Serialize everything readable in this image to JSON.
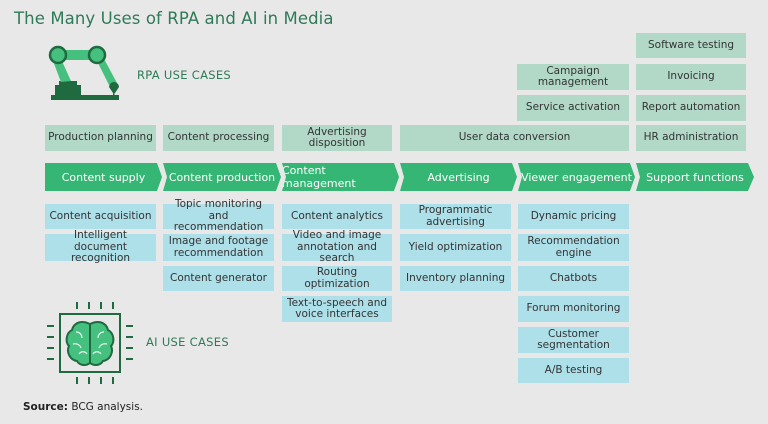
{
  "title": "The Many Uses of RPA and AI in Media",
  "rpa_label": "RPA USE CASES",
  "ai_label": "AI USE CASES",
  "icons": {
    "rpa": "robot-arm-icon",
    "ai": "brain-chip-icon"
  },
  "colors": {
    "title": "#2f7a57",
    "chevron": "#35b674",
    "rpa_box": "#b2d9c8",
    "ai_box": "#aee0ea",
    "background": "#e8e8e9",
    "icon_dark": "#1f6a3f",
    "icon_light": "#45c07e"
  },
  "value_chain": [
    "Content supply",
    "Content production",
    "Content management",
    "Advertising",
    "Viewer engagement",
    "Support functions"
  ],
  "rpa_use_cases": {
    "content_supply": [
      "Production planning"
    ],
    "content_production": [
      "Content processing"
    ],
    "content_management": [
      "Advertising disposition"
    ],
    "advertising_viewer_engagement_shared": [
      "User data conversion"
    ],
    "viewer_engagement": [
      "Campaign management",
      "Service activation"
    ],
    "support_functions": [
      "Software testing",
      "Invoicing",
      "Report automation",
      "HR administration"
    ]
  },
  "ai_use_cases": {
    "content_supply": [
      "Content acquisition",
      "Intelligent document recognition"
    ],
    "content_production": [
      "Topic monitoring and recommendation",
      "Image and footage recommendation",
      "Content generator"
    ],
    "content_management": [
      "Content analytics",
      "Video and image annotation and search",
      "Routing optimization",
      "Text-to-speech and voice interfaces"
    ],
    "advertising": [
      "Programmatic advertising",
      "Yield optimization",
      "Inventory planning"
    ],
    "viewer_engagement": [
      "Dynamic pricing",
      "Recommendation engine",
      "Chatbots",
      "Forum monitoring",
      "Customer segmentation",
      "A/B testing"
    ]
  },
  "source": {
    "label": "Source:",
    "text": " BCG analysis."
  }
}
